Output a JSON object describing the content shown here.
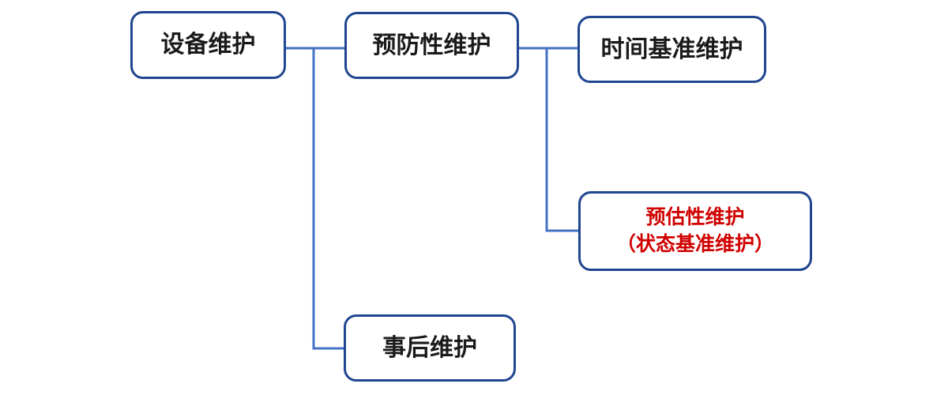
{
  "diagram": {
    "nodes": {
      "root": {
        "label": "设备维护"
      },
      "preventive": {
        "label": "预防性维护"
      },
      "time_based": {
        "label": "时间基准维护"
      },
      "predictive": {
        "label_line1": "预估性维护",
        "label_line2": "（状态基准维护）"
      },
      "breakdown": {
        "label": "事后维护"
      }
    },
    "colors": {
      "box_border": "#1f4690",
      "connector_line": "#4472c4",
      "label_text": "#1a1a1a",
      "highlight_text": "#d00000",
      "background": "#ffffff"
    }
  }
}
